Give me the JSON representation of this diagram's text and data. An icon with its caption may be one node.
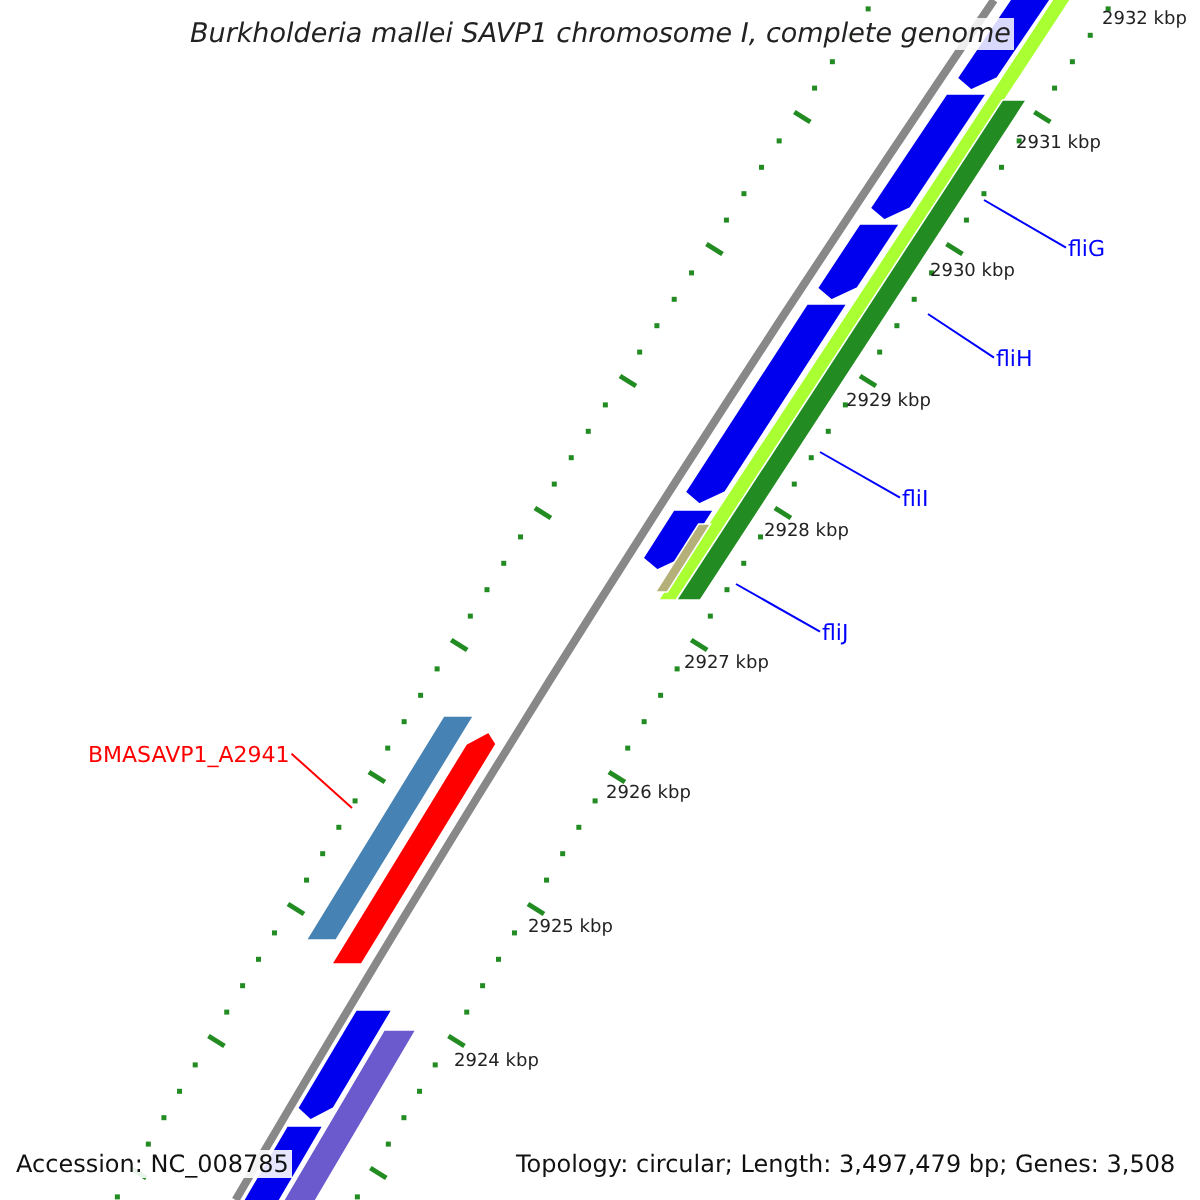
{
  "diagram": {
    "title": "Burkholderia mallei SAVP1 chromosome I, complete genome",
    "nodes": [
      {
        "text": [
          "fliG"
        ]
      },
      {
        "text": [
          "fliH"
        ]
      },
      {
        "text": [
          "fliI"
        ]
      },
      {
        "text": [
          "fliJ"
        ]
      },
      {
        "text": [
          "BMASAVP1_A2941"
        ]
      }
    ],
    "edges": [
      {
        "from": 0,
        "to": null,
        "arrow": "none"
      },
      {
        "from": 1,
        "to": null,
        "arrow": "none"
      },
      {
        "from": 2,
        "to": null,
        "arrow": "none"
      },
      {
        "from": 3,
        "to": null,
        "arrow": "none"
      },
      {
        "from": 4,
        "to": null,
        "arrow": "none",
        "color": "#ff0000"
      }
    ],
    "labels": [
      "2932 kbp",
      "2931 kbp",
      "2930 kbp",
      "2929 kbp",
      "2928 kbp",
      "2927 kbp",
      "2926 kbp",
      "2925 kbp",
      "2924 kbp",
      "Accession: NC_008785",
      "Topology: circular; Length: 3,497,479 bp; Genes: 3,508"
    ]
  }
}
